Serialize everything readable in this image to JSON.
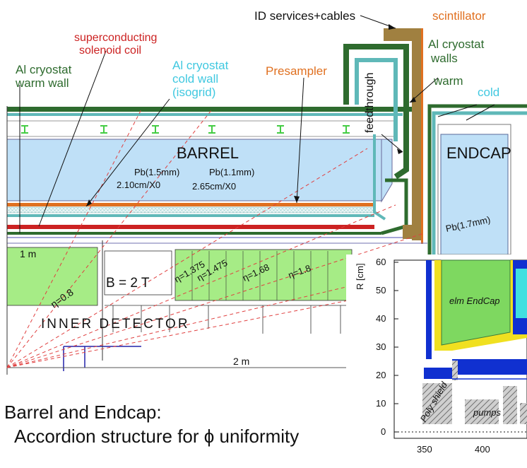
{
  "labels": {
    "id_services": "ID services+cables",
    "scintillator": "scintillator",
    "sc_coil_line1": "superconducting",
    "sc_coil_line2": "solenoid coil",
    "al_cryo_walls_line1": "Al cryostat",
    "al_cryo_walls_line2": "walls",
    "warm": "warm",
    "cold": "cold",
    "al_warm_line1": "Al cryostat",
    "al_warm_line2": "warm wall",
    "al_cold_line1": "Al cryostat",
    "al_cold_line2": "cold wall",
    "al_cold_line3": "(isogrid)",
    "presampler": "Presampler",
    "feedthrough": "feedthrough",
    "barrel": "BARREL",
    "endcap": "ENDCAP",
    "pb15": "Pb(1.5mm)",
    "pb11": "Pb(1.1mm)",
    "pb17": "Pb(1.7mm)",
    "x0_210": "2.10cm/X0",
    "x0_265": "2.65cm/X0",
    "one_m": "1 m",
    "two_m": "2 m",
    "b_field": "B = 2 T",
    "inner_detector": "INNER DETECTOR",
    "eta_08": "η=0.8",
    "eta_1375": "η=1.375",
    "eta_1475": "η=1.475",
    "eta_168": "η=1.68",
    "eta_18": "η=1.8"
  },
  "inset": {
    "ylabel": "R [cm]",
    "y_ticks": [
      "60",
      "50",
      "40",
      "30",
      "20",
      "10",
      "0"
    ],
    "x_ticks": [
      "350",
      "400"
    ],
    "elm_endcap": "elm EndCap",
    "poly_shield": "Poly shield",
    "pumps": "pumps"
  },
  "caption": {
    "line1": "Barrel and Endcap:",
    "line2": "Accordion structure for ϕ uniformity"
  },
  "colors": {
    "barrel_fill": "#bfe0f7",
    "green_fill": "#a6ec86",
    "dark_green": "#2e6b2e",
    "teal": "#5fb8b8",
    "red_coil": "#cc2222",
    "orange": "#e07020",
    "cyan_text": "#40c8e0",
    "brown": "#a08040",
    "inset_blue": "#1030d0",
    "inset_yellow": "#f0e020"
  }
}
